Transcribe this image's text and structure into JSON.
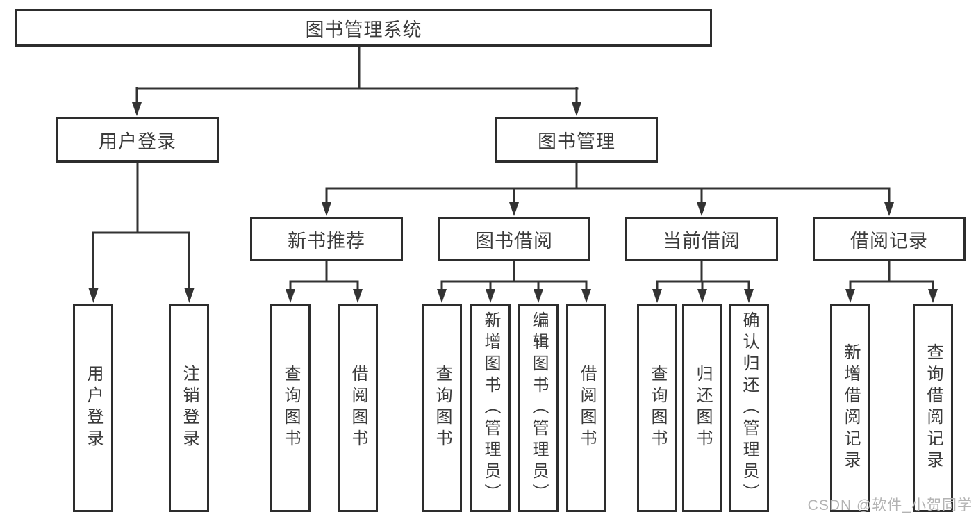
{
  "nodes": {
    "root": "图书管理系统",
    "level2": {
      "user_login": "用户登录",
      "book_management": "图书管理"
    },
    "level3": {
      "new_book_recommend": "新书推荐",
      "book_borrow": "图书借阅",
      "current_borrow": "当前借阅",
      "borrow_records": "借阅记录"
    },
    "leaves": {
      "user_login": "用户登录",
      "logout": "注销登录",
      "recommend_query_books": "查询图书",
      "recommend_borrow_books": "借阅图书",
      "borrow_query_books": "查询图书",
      "borrow_add_books_admin": "新增图书（管理员）",
      "borrow_edit_books_admin": "编辑图书（管理员）",
      "borrow_borrow_books": "借阅图书",
      "current_query_books": "查询图书",
      "current_return_books": "归还图书",
      "current_confirm_return_admin": "确认归还（管理员）",
      "records_add_record": "新增借阅记录",
      "records_query_record": "查询借阅记录"
    }
  },
  "watermark": "CSDN @软件_小贺同学",
  "colors": {
    "line": "#333333",
    "box_border": "#2d2d2d",
    "text": "#3a3a3a",
    "watermark": "#b3b3b3",
    "background": "#ffffff"
  }
}
